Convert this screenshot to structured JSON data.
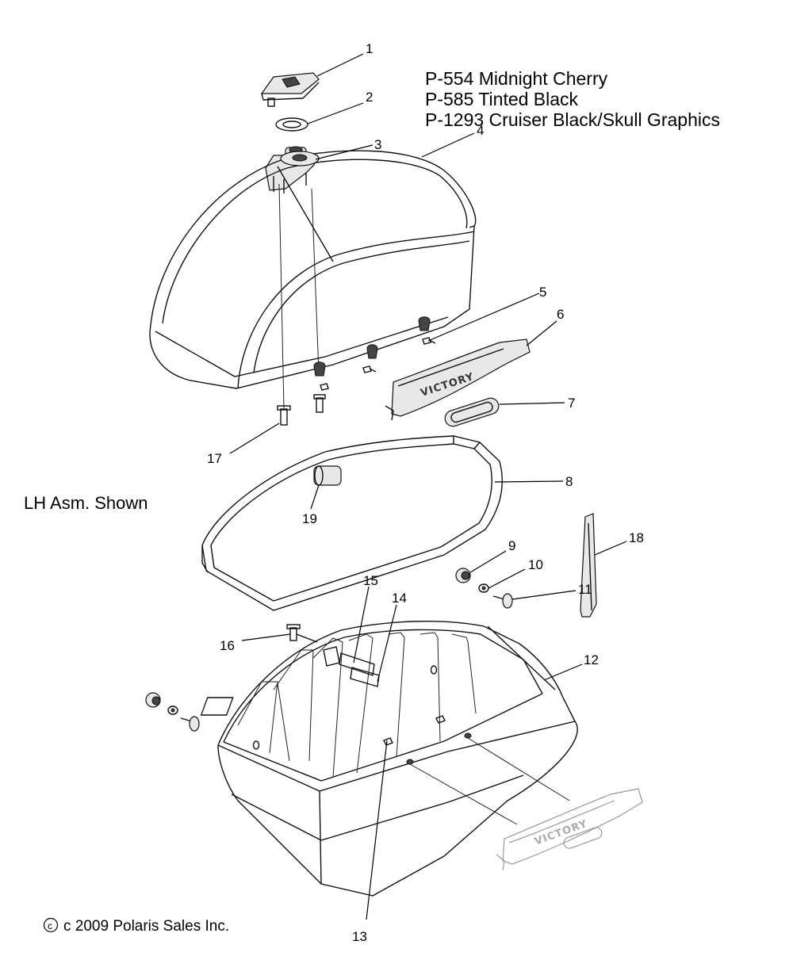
{
  "header_lines": [
    "P-554  Midnight Cherry",
    "P-585  Tinted Black",
    "P-1293 Cruiser Black/Skull Graphics"
  ],
  "side_note": "LH Asm. Shown",
  "copyright": "c 2009 Polaris Sales Inc.",
  "badge_text": "VICTORY",
  "part_labels": [
    "1",
    "2",
    "3",
    "4",
    "5",
    "6",
    "7",
    "8",
    "9",
    "10",
    "11",
    "12",
    "13",
    "14",
    "15",
    "16",
    "17",
    "18",
    "19"
  ]
}
